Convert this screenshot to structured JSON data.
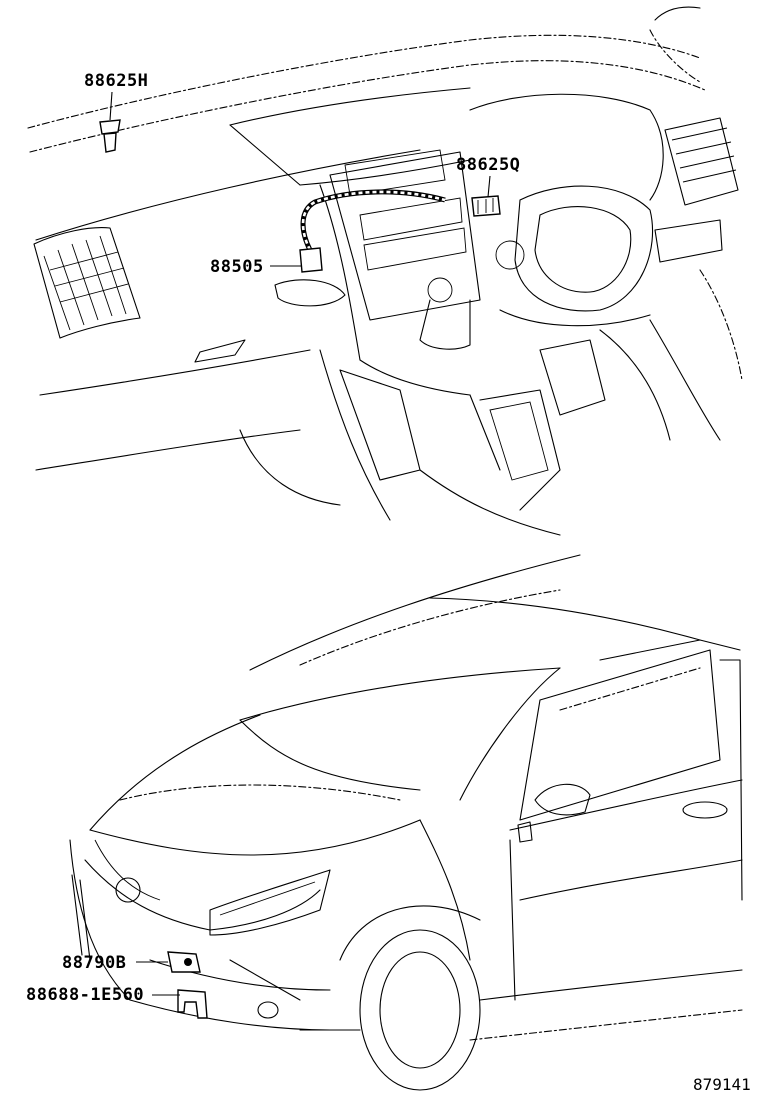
{
  "diagram": {
    "labels": {
      "p88625h": "88625H",
      "p88625q": "88625Q",
      "p88505": "88505",
      "p88790b": "88790B",
      "p88688": "88688-1E560"
    },
    "reference_number": "879141"
  }
}
